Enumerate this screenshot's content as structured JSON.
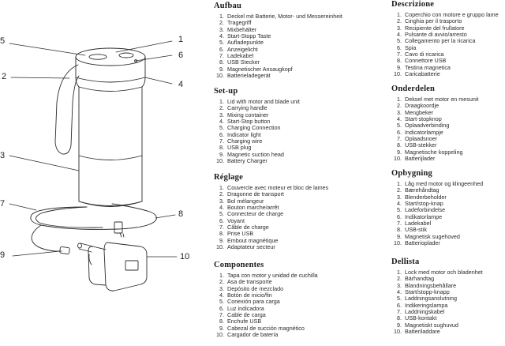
{
  "diagram": {
    "callouts": [
      "1",
      "2",
      "3",
      "4",
      "5",
      "6",
      "7",
      "8",
      "9",
      "10"
    ]
  },
  "sections": {
    "aufbau": {
      "title": "Aufbau",
      "items": [
        "Deckel mit Batterie, Motor- und Messereinheit",
        "Tragegriff",
        "Mixbehälter",
        "Start-Stopp Taste",
        "Aufladepunkte",
        "Anzeigelicht",
        "Ladekabel",
        "USB Stecker",
        "Magnetischer Ansaugkopf",
        "Batterieladegerät"
      ]
    },
    "setup": {
      "title": "Set-up",
      "items": [
        "Lid with motor and blade unit",
        "Carrying handle",
        "Mixing container",
        "Start-Stop button",
        "Charging Connection",
        "Indicator light",
        "Charging wire",
        "USB plug",
        "Magnetic suction head",
        "Battery Charger"
      ]
    },
    "reglage": {
      "title": "Réglage",
      "items": [
        "Couvercle avec moteur et bloc de lames",
        "Dragonne de transport",
        "Bol mélangeur",
        "Bouton marche/arrêt",
        "Connecteur de charge",
        "Voyant",
        "Câble de charge",
        "Prise USB",
        "Embout magnétique",
        "Adaptateur secteur"
      ]
    },
    "componentes": {
      "title": "Componentes",
      "items": [
        "Tapa con motor y unidad de cuchilla",
        "Asa de transporte",
        "Depósito de mezclado",
        "Botón de inicio/fin",
        "Conexión para carga",
        "Luz indicadora",
        "Cable de carga",
        "Enchufe USB",
        "Cabezal de succión magnético",
        "Cargador de batería"
      ]
    },
    "descrizione": {
      "title": "Descrizione",
      "items": [
        "Coperchio con motore e gruppo lame",
        "Cinghia per il trasporto",
        "Recipiente del frullatore",
        "Pulsante di avvio/arresto",
        "Collegamento per la ricarica",
        "Spia",
        "Cavo di ricarica",
        "Connettore USB",
        "Testina magnetica",
        "Caricabatterie"
      ]
    },
    "onderdelen": {
      "title": "Onderdelen",
      "items": [
        "Deksel met motor en mesunit",
        "Draagkoordje",
        "Mengbeker",
        "Start-stopknop",
        "Oplaadverbinding",
        "Indicatorlampje",
        "Oplaadsnoer",
        "USB-stekker",
        "Magnetische koppeling",
        "Batterijlader"
      ]
    },
    "opbygning": {
      "title": "Opbygning",
      "items": [
        "Låg med motor og klingeenhed",
        "Bærehåndtag",
        "Blenderbeholder",
        "Start/stop-knap",
        "Ladeforbindelse",
        "Indikatorlampe",
        "Ladekabel",
        "USB-stik",
        "Magnetisk sugehoved",
        "Batterioplader"
      ]
    },
    "dellista": {
      "title": "Dellista",
      "items": [
        "Lock med motor och bladenhet",
        "Bärhandtag",
        "Blandningsbehållare",
        "Start/stopp-knapp",
        "Laddningsanslutning",
        "Indikeringslampa",
        "Laddningskabel",
        "USB-kontakt",
        "Magnetiskt sughuvud",
        "Batteriladdare"
      ]
    }
  }
}
